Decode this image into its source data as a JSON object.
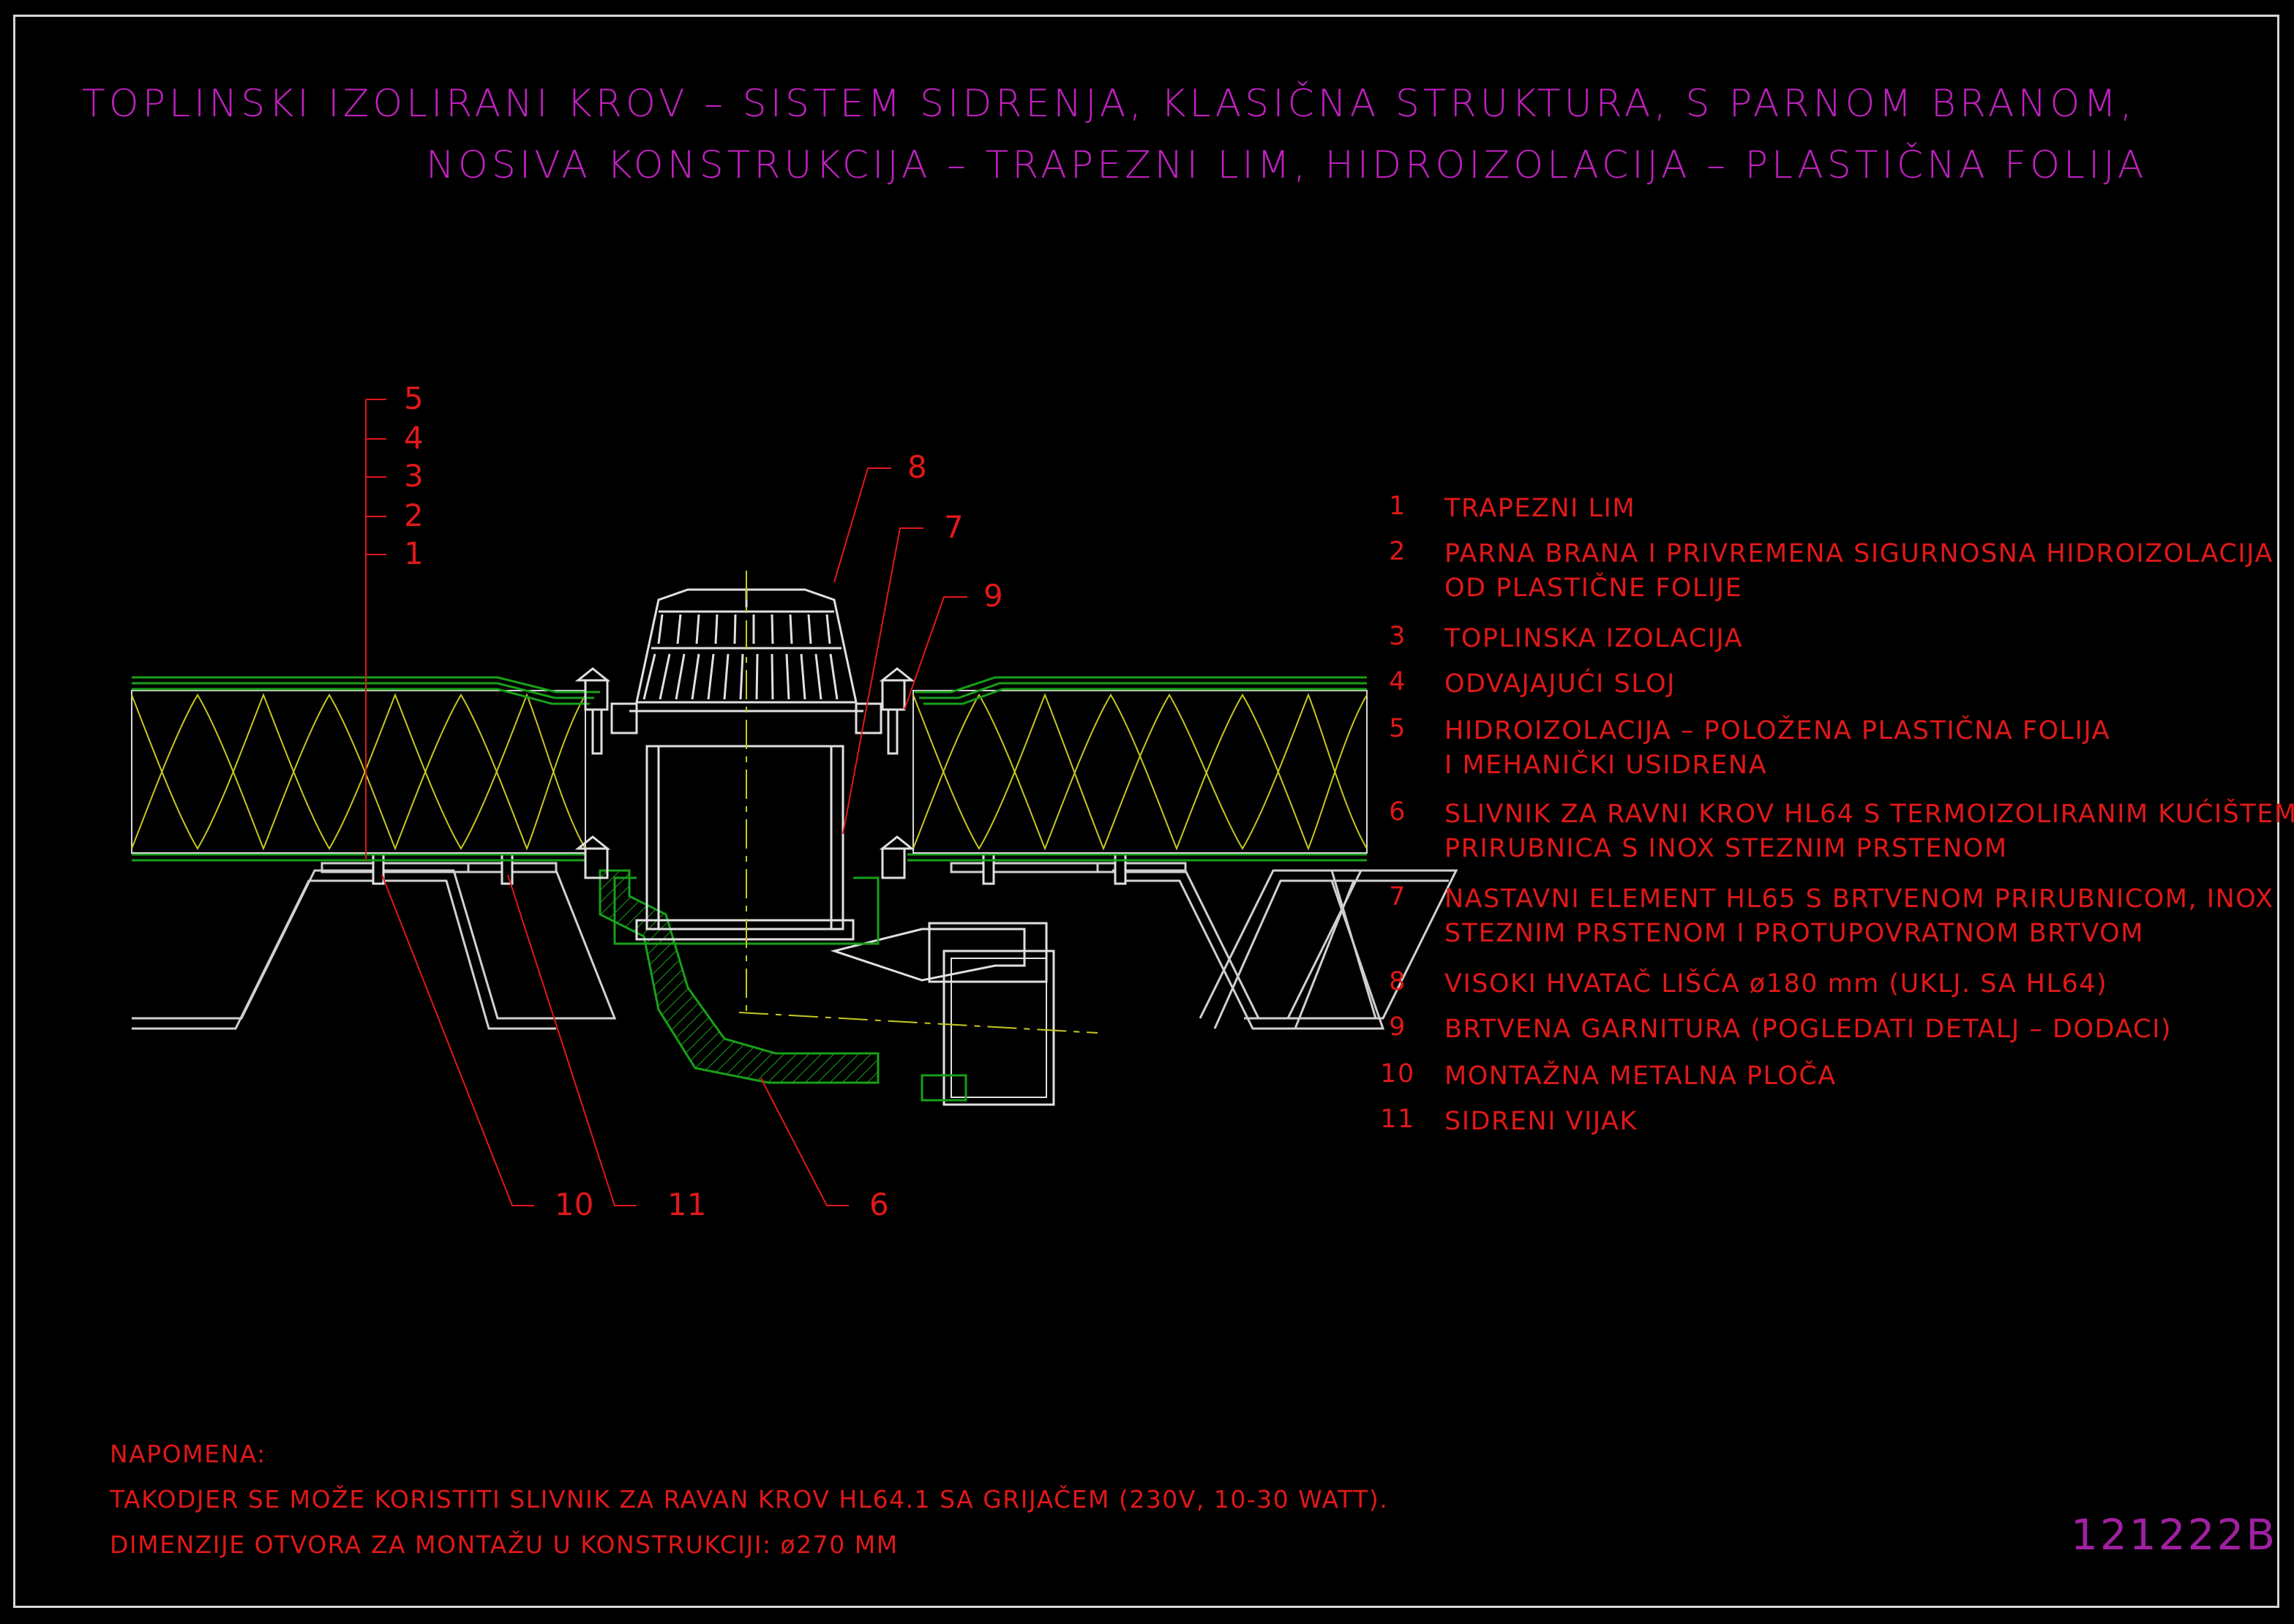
{
  "title": {
    "line1": "TOPLINSKI IZOLIRANI KROV – SISTEM SIDRENJA, KLASIČNA STRUKTURA, S PARNOM BRANOM,",
    "line2": "NOSIVA KONSTRUKCIJA – TRAPEZNI LIM, HIDROIZOLACIJA – PLASTIČNA FOLIJA"
  },
  "legend": [
    {
      "num": "1",
      "lines": [
        "TRAPEZNI LIM"
      ]
    },
    {
      "num": "2",
      "lines": [
        "PARNA BRANA I PRIVREMENA SIGURNOSNA HIDROIZOLACIJA",
        "OD PLASTIČNE FOLIJE"
      ]
    },
    {
      "num": "3",
      "lines": [
        "TOPLINSKA IZOLACIJA"
      ]
    },
    {
      "num": "4",
      "lines": [
        "ODVAJAJUĆI SLOJ"
      ]
    },
    {
      "num": "5",
      "lines": [
        "HIDROIZOLACIJA – POLOŽENA PLASTIČNA FOLIJA",
        "I MEHANIČKI USIDRENA"
      ]
    },
    {
      "num": "6",
      "lines": [
        "SLIVNIK ZA RAVNI KROV HL64 S TERMOIZOLIRANIM KUĆIŠTEM,",
        "PRIRUBNICA S INOX STEZNIM PRSTENOM"
      ]
    },
    {
      "num": "7",
      "lines": [
        "NASTAVNI ELEMENT HL65 S BRTVENOM PRIRUBNICOM, INOX",
        "STEZNIM PRSTENOM I PROTUPOVRATNOM BRTVOM"
      ]
    },
    {
      "num": "8",
      "lines": [
        "VISOKI HVATAČ LIŠĆA ø180 mm (UKLJ. SA HL64)"
      ]
    },
    {
      "num": "9",
      "lines": [
        "BRTVENA GARNITURA (POGLEDATI DETALJ – DODACI)"
      ]
    },
    {
      "num": "10",
      "lines": [
        "MONTAŽNA METALNA PLOČA"
      ]
    },
    {
      "num": "11",
      "lines": [
        "SIDRENI VIJAK"
      ]
    }
  ],
  "callouts": {
    "layer5": "5",
    "layer4": "4",
    "layer3": "3",
    "layer2": "2",
    "layer1": "1",
    "c8": "8",
    "c7": "7",
    "c9": "9",
    "c10": "10",
    "c11": "11",
    "c6": "6"
  },
  "note": {
    "heading": "NAPOMENA:",
    "line1": "TAKODJER SE MOŽE KORISTITI SLIVNIK ZA RAVAN KROV HL64.1 SA GRIJAČEM (230V, 10-30 WATT).",
    "line2": "DIMENZIJE OTVORA ZA MONTAŽU U KONSTRUKCIJI: ø270 MM"
  },
  "drawing_code": "121222B",
  "colors": {
    "background": "#000000",
    "title": "#c020c0",
    "text": "#e01818",
    "membrane": "#18a018",
    "insulation": "#c8c820",
    "steel": "#d0d0d0"
  }
}
